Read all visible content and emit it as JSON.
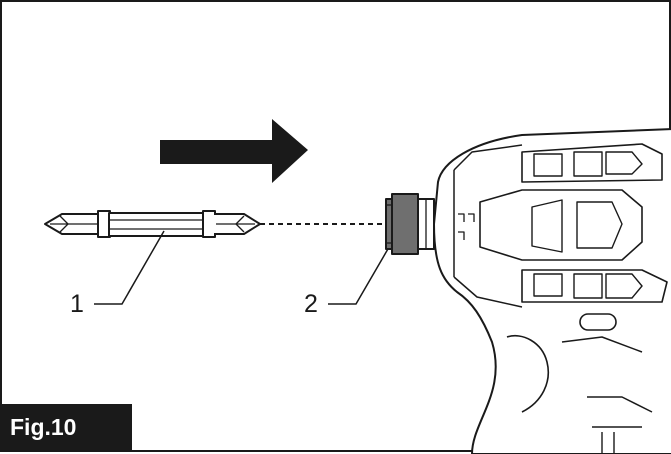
{
  "figure": {
    "label": "Fig.10",
    "callouts": [
      {
        "number": "1",
        "target": "bit"
      },
      {
        "number": "2",
        "target": "sleeve"
      }
    ]
  },
  "colors": {
    "ink": "#1a1a1a",
    "sleeve_fill": "#6f6f6f",
    "background": "#ffffff"
  },
  "icons": {
    "direction_arrow": "right-arrow-icon"
  }
}
